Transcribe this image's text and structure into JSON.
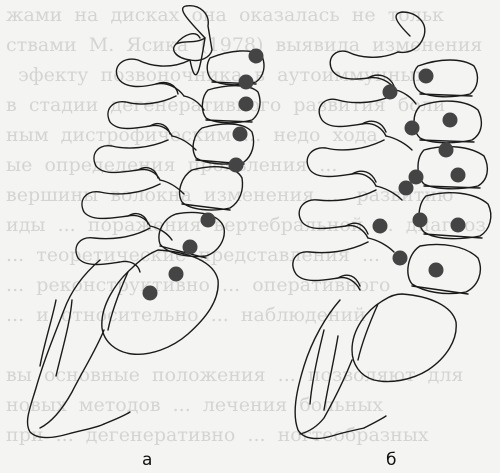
{
  "figure": {
    "panels": [
      {
        "id": "a",
        "label": "а",
        "marker_count": 9
      },
      {
        "id": "b",
        "label": "б",
        "marker_count": 13
      }
    ],
    "colors": {
      "ink": "#1a1a1a",
      "marker": "#444444",
      "background": "#f4f4f2"
    }
  }
}
